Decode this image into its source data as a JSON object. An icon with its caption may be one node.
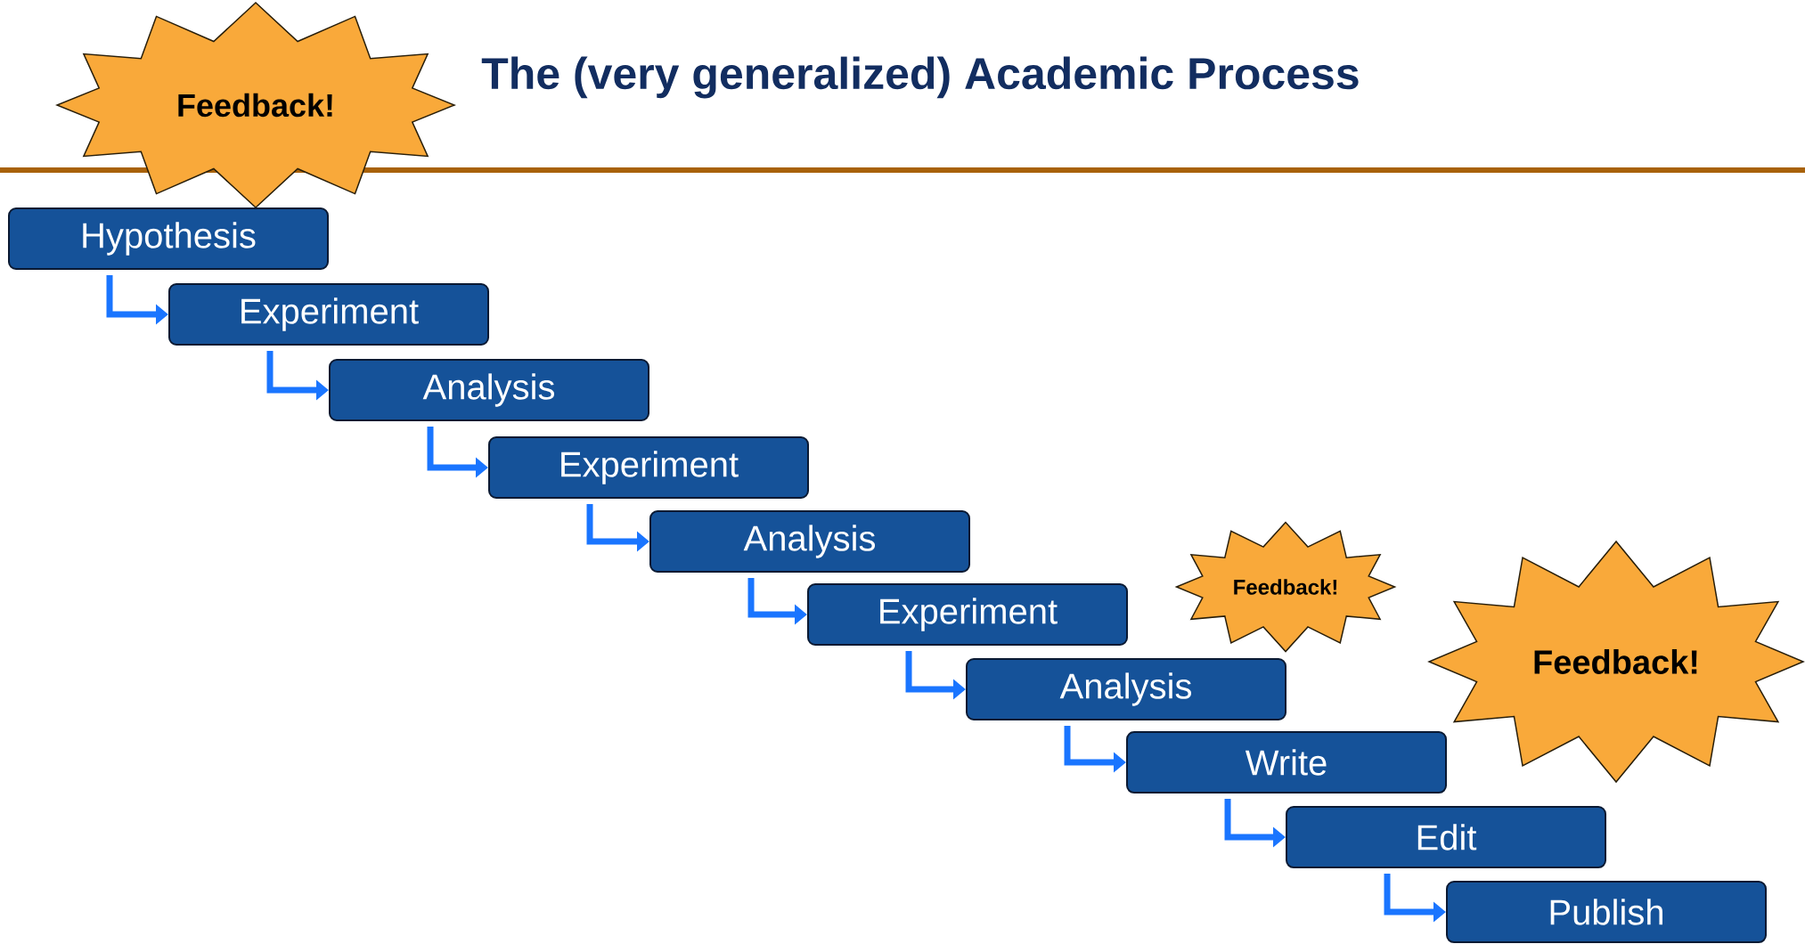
{
  "diagram": {
    "title": "The (very generalized) Academic Process",
    "nodes": [
      {
        "text": [
          "Feedback!"
        ]
      },
      {
        "text": [
          "Hypothesis"
        ]
      },
      {
        "text": [
          "Experiment"
        ]
      },
      {
        "text": [
          "Analysis"
        ]
      },
      {
        "text": [
          "Experiment"
        ]
      },
      {
        "text": [
          "Analysis"
        ]
      },
      {
        "text": [
          "Experiment"
        ]
      },
      {
        "text": [
          "Analysis"
        ]
      },
      {
        "text": [
          "Write"
        ]
      },
      {
        "text": [
          "Edit"
        ]
      },
      {
        "text": [
          "Publish"
        ]
      },
      {
        "text": [
          "Feedback!"
        ]
      },
      {
        "text": [
          "Feedback!"
        ]
      }
    ],
    "edges": [
      {
        "from": 1,
        "to": 2,
        "arrow": "to"
      },
      {
        "from": 2,
        "to": 3,
        "arrow": "to"
      },
      {
        "from": 3,
        "to": 4,
        "arrow": "to"
      },
      {
        "from": 4,
        "to": 5,
        "arrow": "to"
      },
      {
        "from": 5,
        "to": 6,
        "arrow": "to"
      },
      {
        "from": 6,
        "to": 7,
        "arrow": "to"
      },
      {
        "from": 7,
        "to": 8,
        "arrow": "to"
      },
      {
        "from": 8,
        "to": 9,
        "arrow": "to"
      },
      {
        "from": 9,
        "to": 10,
        "arrow": "to"
      }
    ]
  }
}
